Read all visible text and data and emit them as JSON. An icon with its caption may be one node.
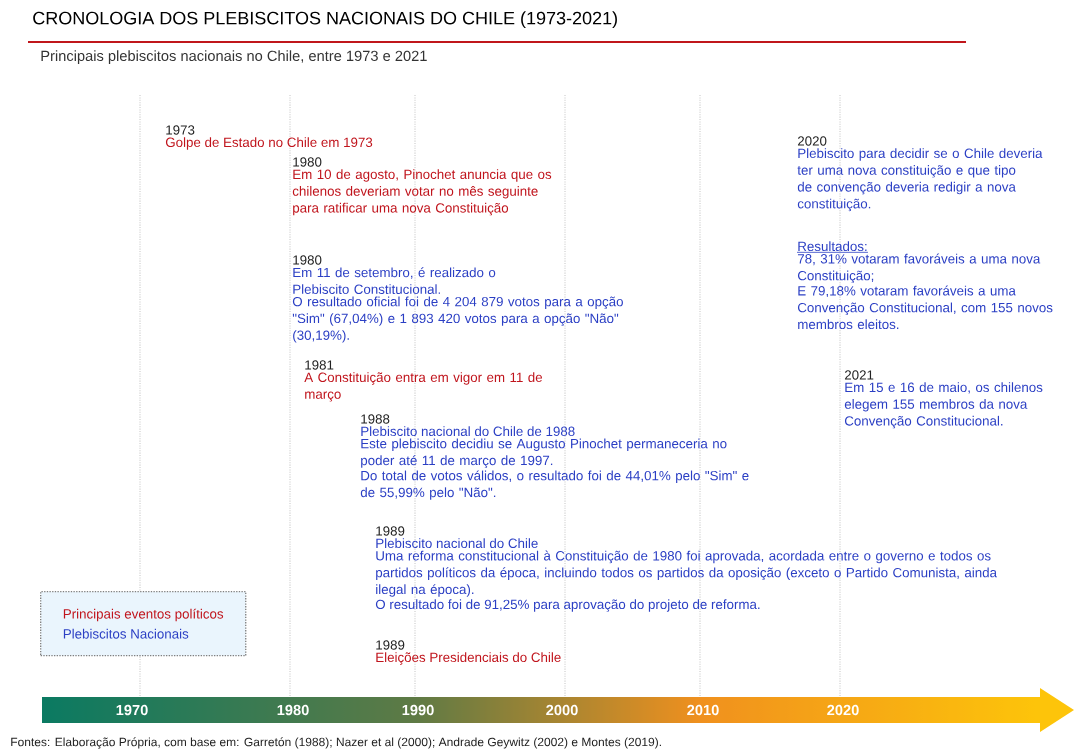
{
  "diagram": {
    "title": "CRONOLOGIA DOS PLEBISCITOS NACIONAIS DO CHILE (1973-2021)",
    "nodes": [
      {
        "text": [
          "Principais eventos políticos",
          "Plebiscitos Nacionais"
        ]
      }
    ],
    "labels": [
      "Principais plebiscitos nacionais no Chile, entre 1973 e 2021",
      "1973",
      "Golpe de Estado no Chile em 1973",
      "2020",
      "Plebiscito para decidir se o Chile deveria ter uma nova constituição e que tipo de convenção deveria redigir a nova constituição.",
      "1980",
      "Em 10 de agosto, Pinochet anuncia que os chilenos deveriam votar no mês seguinte para ratificar uma nova Constituição",
      "Resultados:",
      "78, 31% votaram favoráveis a uma nova Constituição;",
      "E 79,18% votaram favoráveis a uma Convenção Constitucional, com 155 novos membros eleitos.",
      "1980",
      "Em 11 de setembro, é realizado o Plebiscito Constitucional.",
      "O resultado oficial foi de 4 204 879 votos para a opção \"Sim\" (67,04%) e 1 893 420 votos para a opção \"Não\" (30,19%).",
      "1981",
      "A Constituição entra em vigor em 11 de março",
      "2021",
      "Em 15 e 16 de maio, os chilenos elegem 155 membros da nova Convenção Constitucional.",
      "1988",
      "Plebiscito nacional do Chile de 1988",
      "Este plebiscito decidiu se Augusto Pinochet permaneceria no poder até 11 de março de 1997.",
      "Do total de votos válidos, o resultado foi de 44,01% pelo \"Sim\" e de 55,99% pelo \"Não\".",
      "1989",
      "Plebiscito nacional do Chile",
      "Uma reforma constitucional à Constituição de 1980 foi aprovada, acordada entre o governo e todos os partidos políticos da época, incluindo todos os partidos da oposição (exceto o Partido Comunista, ainda ilegal na época).",
      "O resultado foi de 91,25% para aprovação do projeto de reforma.",
      "1989",
      "Eleições Presidenciais do Chile",
      "1970",
      "1980",
      "1990",
      "2000",
      "2010",
      "2020",
      "Fontes: Elaboração Própria, com base em: Garretón (1988); Nazer et al (2000); Andrade Geywitz (2002) e Montes (2019)."
    ]
  }
}
